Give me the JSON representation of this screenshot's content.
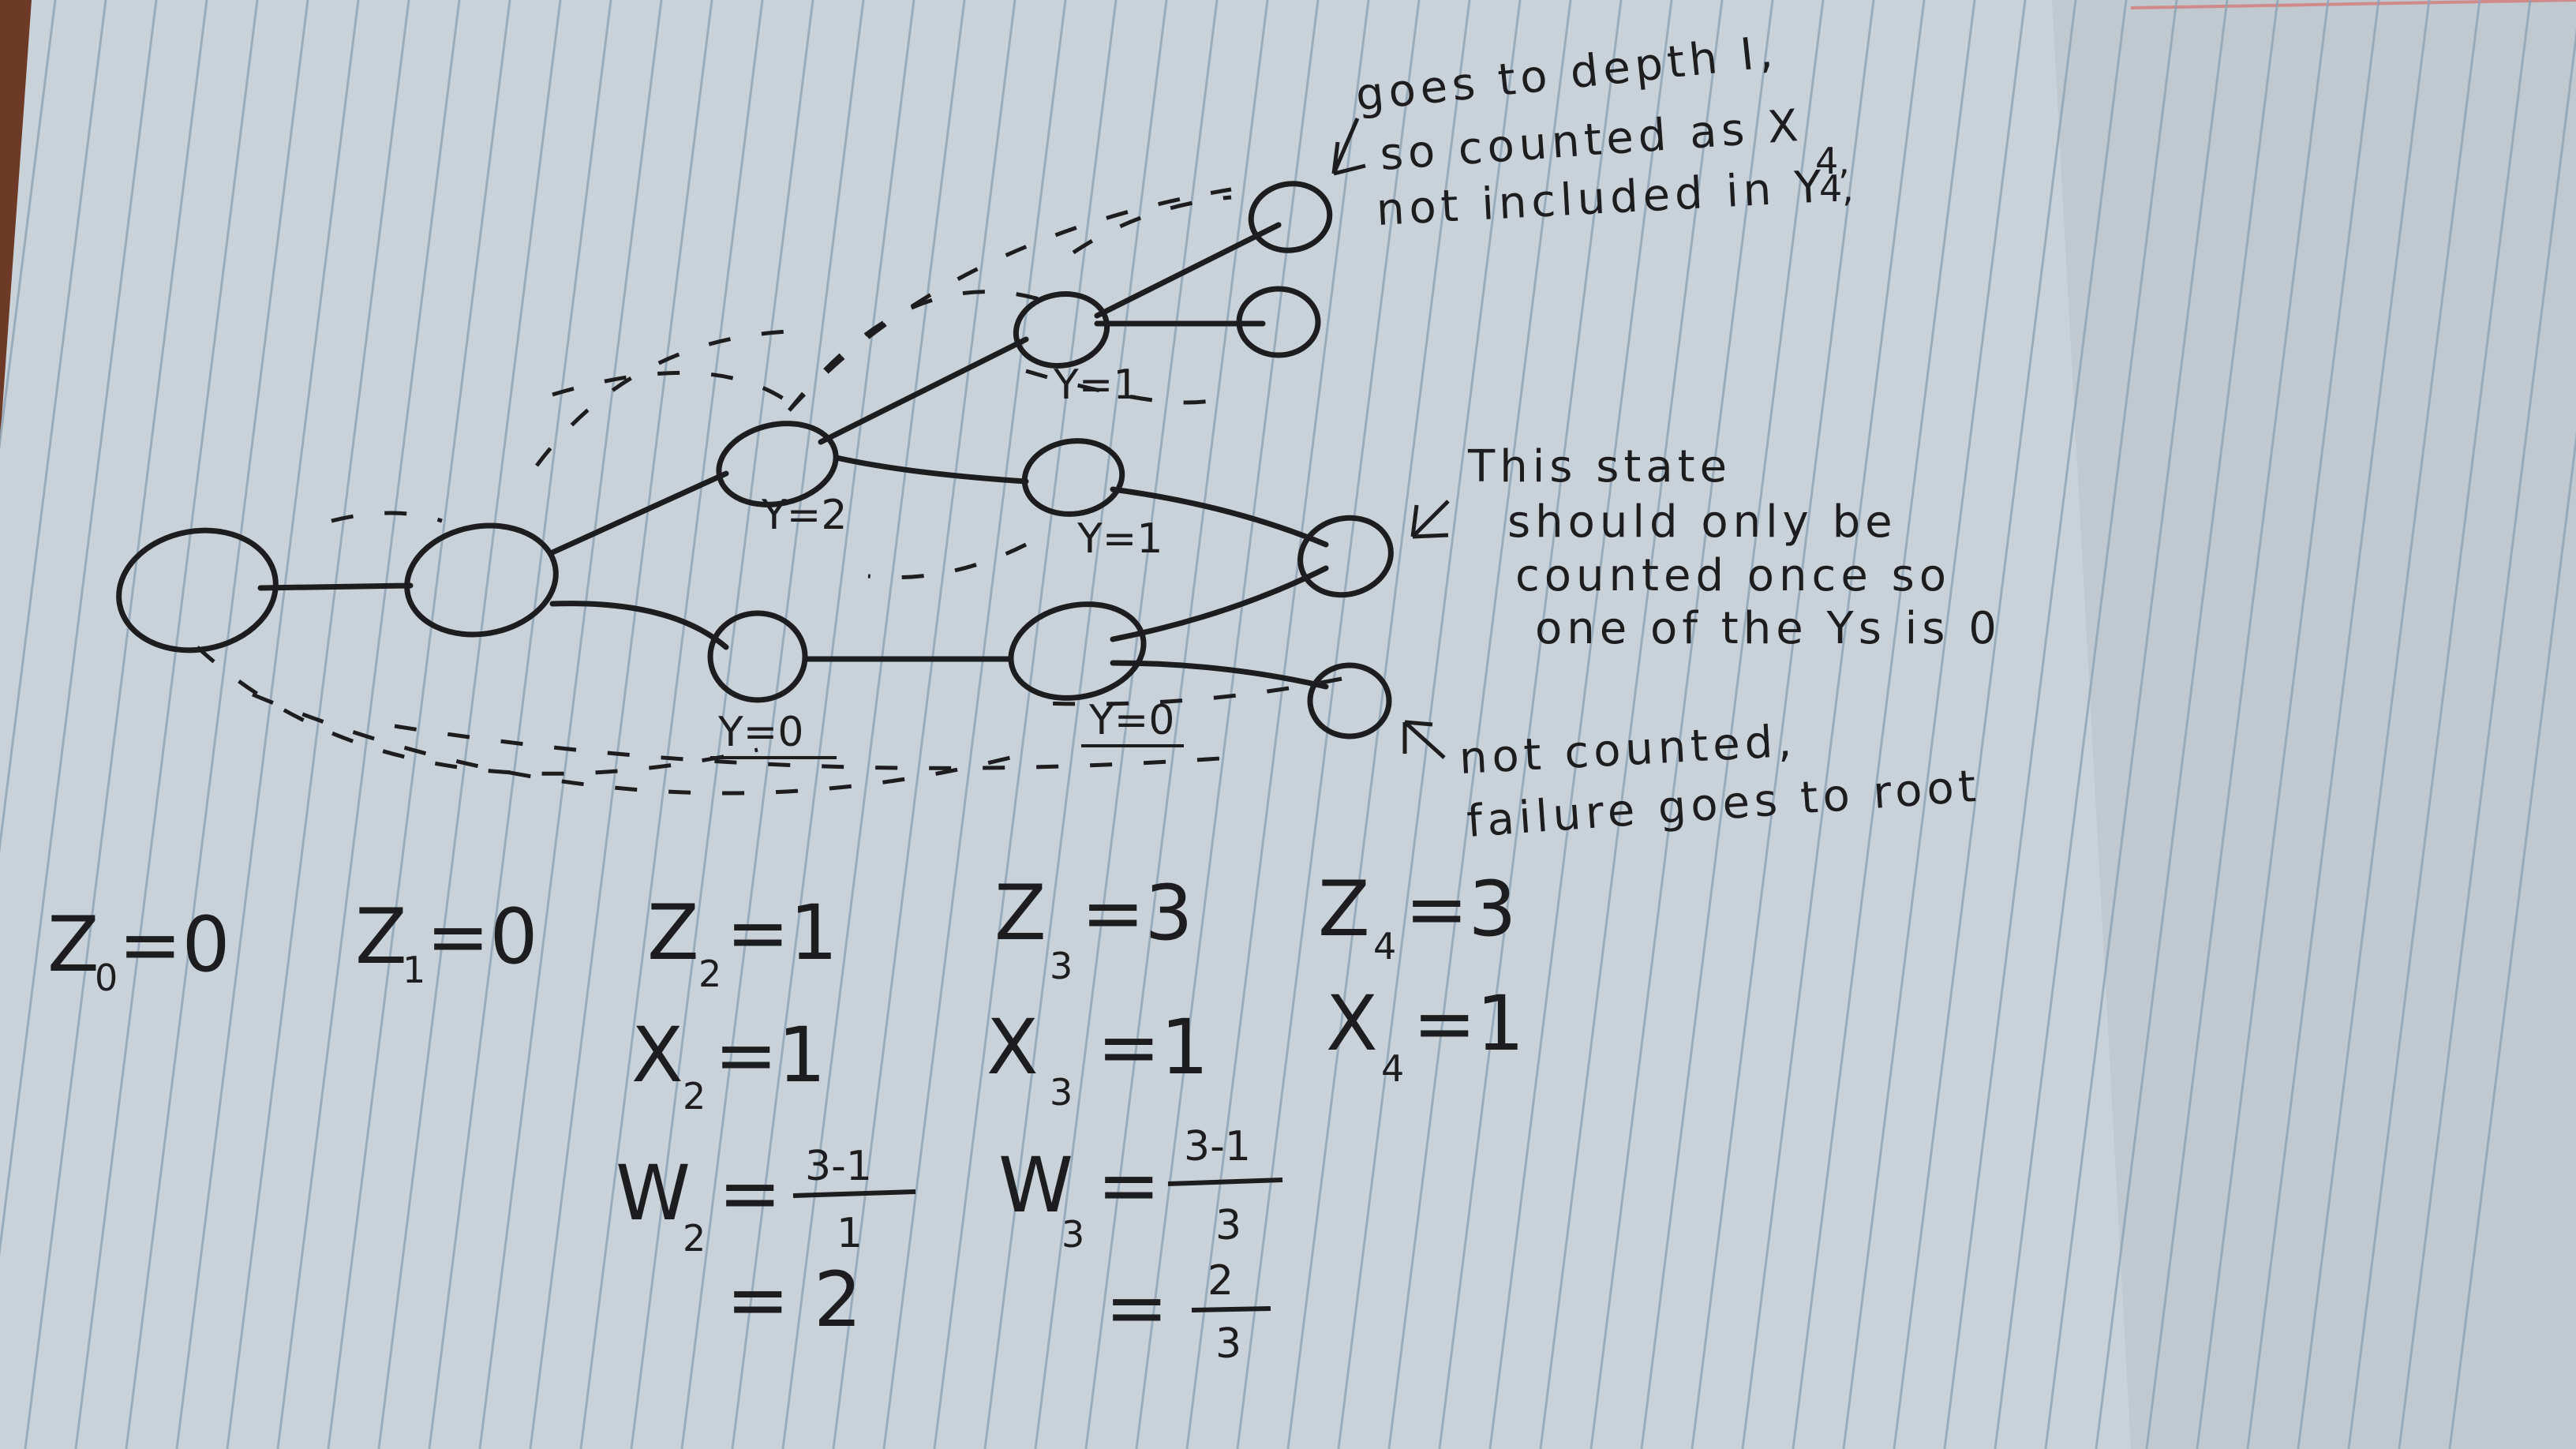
{
  "colors": {
    "paper": "#c9d2d8",
    "paper_shade": "#aeb8bf",
    "rule_line": "#8fa3b5",
    "ink": "#1d1d20",
    "background": "#6e3a28"
  },
  "nodes": {
    "n2a": {
      "label": "Y=2"
    },
    "n3a": {
      "label": "Y=1"
    },
    "n3b": {
      "label": "Y=1"
    },
    "n2b": {
      "label": "Y=0"
    },
    "n3c": {
      "label": "Y=0"
    }
  },
  "annotations": {
    "top": [
      "goes to depth I,",
      "so counted as X",
      "not included in Y"
    ],
    "top_sub_x": "4,",
    "top_sub_y": "4,",
    "middle": [
      "This state",
      "should only be",
      "counted once so",
      "one of the Ys is 0"
    ],
    "bottom": [
      "not counted,",
      "failure goes to root"
    ]
  },
  "equations": {
    "z0": {
      "var": "Z",
      "sub": "0",
      "val": "=0"
    },
    "z1": {
      "var": "Z",
      "sub": "1",
      "val": "=0"
    },
    "z2": {
      "var": "Z",
      "sub": "2",
      "val": "=1"
    },
    "z3": {
      "var": "Z",
      "sub": "3",
      "val": "=3"
    },
    "z4": {
      "var": "Z",
      "sub": "4",
      "val": "=3"
    },
    "x2": {
      "var": "X",
      "sub": "2",
      "val": "=1"
    },
    "x3": {
      "var": "X",
      "sub": "3",
      "val": "=1"
    },
    "x4": {
      "var": "X",
      "sub": "4",
      "val": "=1"
    },
    "w2": {
      "var": "W",
      "sub": "2",
      "eq": "=",
      "num": "3-1",
      "den": "1",
      "result": "= 2"
    },
    "w3": {
      "var": "W",
      "sub": "3",
      "eq": "=",
      "num": "3-1",
      "den": "3",
      "result_eq": "=",
      "result_num": "2",
      "result_den": "3"
    }
  }
}
